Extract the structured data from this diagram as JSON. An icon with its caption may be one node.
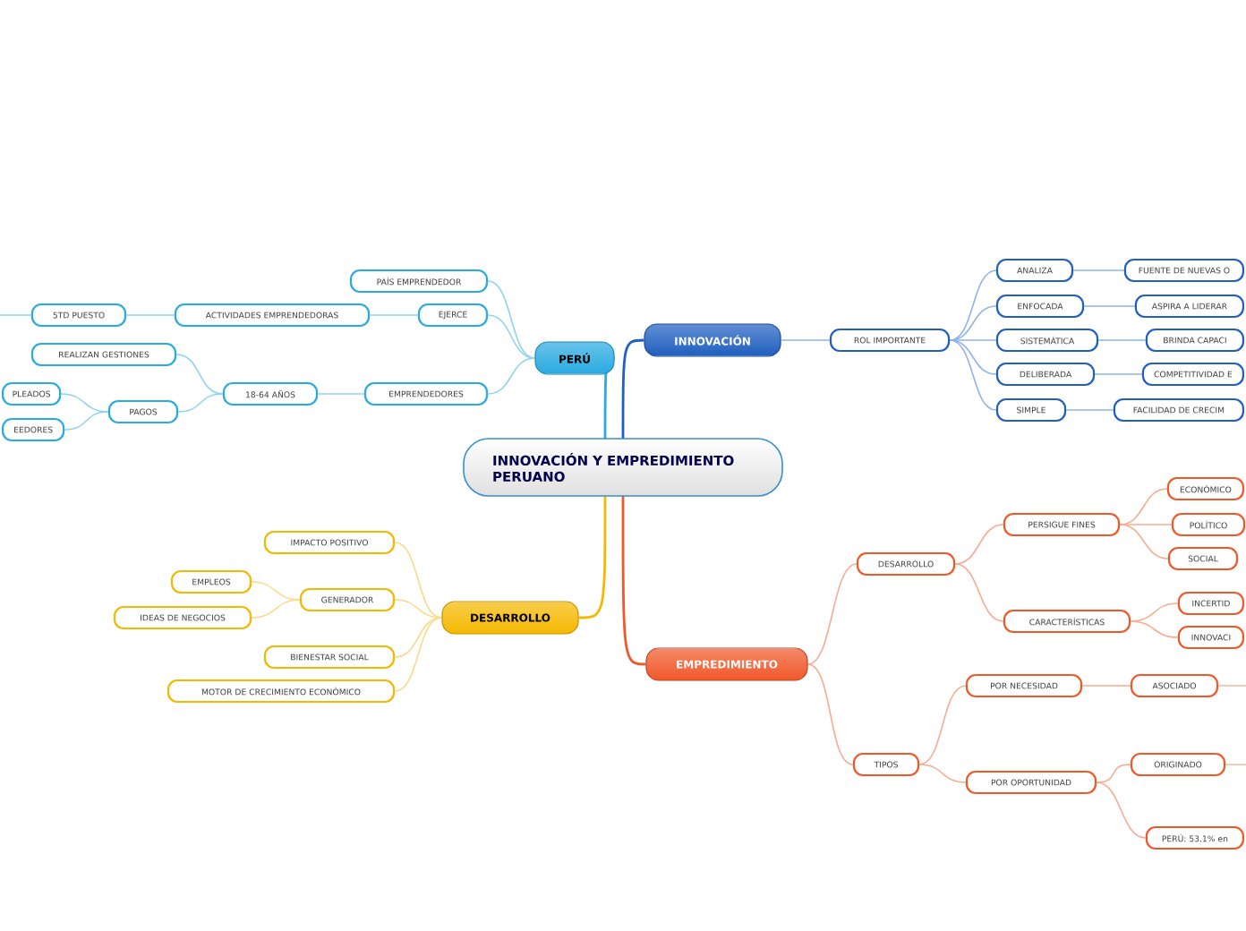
{
  "diagram": {
    "nodes": [
      {
        "text": [
          "INNOVACIÓN Y EMPREDIMIENTO PERUANO"
        ]
      },
      {
        "text": [
          "PERÚ"
        ]
      },
      {
        "text": [
          "PAÍS EMPRENDEDOR"
        ]
      },
      {
        "text": [
          "EJERCE"
        ]
      },
      {
        "text": [
          "ACTIVIDADES EMPRENDEDORAS"
        ]
      },
      {
        "text": [
          "5TD PUESTO"
        ]
      },
      {
        "text": [
          "EMPRENDEDORES"
        ]
      },
      {
        "text": [
          "18-64 AÑOS"
        ]
      },
      {
        "text": [
          "REALIZAN GESTIONES"
        ]
      },
      {
        "text": [
          "PAGOS"
        ]
      },
      {
        "text": [
          "PLEADOS"
        ]
      },
      {
        "text": [
          "EEDORES"
        ]
      },
      {
        "text": [
          "INNOVACIÓN"
        ]
      },
      {
        "text": [
          "ROL IMPORTANTE"
        ]
      },
      {
        "text": [
          "ANALIZA"
        ]
      },
      {
        "text": [
          "FUENTE DE NUEVAS O"
        ]
      },
      {
        "text": [
          "ENFOCADA"
        ]
      },
      {
        "text": [
          "ASPIRA A LIDERAR"
        ]
      },
      {
        "text": [
          "SISTEMÁTICA"
        ]
      },
      {
        "text": [
          "BRINDA CAPACI"
        ]
      },
      {
        "text": [
          "DELIBERADA"
        ]
      },
      {
        "text": [
          "COMPETITIVIDAD E"
        ]
      },
      {
        "text": [
          "SIMPLE"
        ]
      },
      {
        "text": [
          "FACILIDAD DE CRECIM"
        ]
      },
      {
        "text": [
          "DESARROLLO"
        ]
      },
      {
        "text": [
          "IMPACTO POSITIVO"
        ]
      },
      {
        "text": [
          "GENERADOR"
        ]
      },
      {
        "text": [
          "EMPLEOS"
        ]
      },
      {
        "text": [
          "IDEAS DE NEGOCIOS"
        ]
      },
      {
        "text": [
          "BIENESTAR SOCIAL"
        ]
      },
      {
        "text": [
          "MOTOR DE CRECIMIENTO ECONÓMICO"
        ]
      },
      {
        "text": [
          "EMPREDIMIENTO"
        ]
      },
      {
        "text": [
          "DESARROLLO"
        ]
      },
      {
        "text": [
          "PERSIGUE FINES"
        ]
      },
      {
        "text": [
          "ECONÓMICO"
        ]
      },
      {
        "text": [
          "POLÍTICO"
        ]
      },
      {
        "text": [
          "SOCIAL"
        ]
      },
      {
        "text": [
          "CARACTERÍSTICAS"
        ]
      },
      {
        "text": [
          "INCERTID"
        ]
      },
      {
        "text": [
          "INNOVACI"
        ]
      },
      {
        "text": [
          "TIPOS"
        ]
      },
      {
        "text": [
          "POR NECESIDAD"
        ]
      },
      {
        "text": [
          "ASOCIADO"
        ]
      },
      {
        "text": [
          "POR OPORTUNIDAD"
        ]
      },
      {
        "text": [
          "ORIGINADO"
        ]
      },
      {
        "text": [
          "PERÚ: 53.1% en"
        ]
      }
    ],
    "edges": [
      {
        "from": 0,
        "to": 1,
        "arrow": "none",
        "color": "#29aae1"
      },
      {
        "from": 0,
        "to": 12,
        "arrow": "none",
        "color": "#1f5fbf"
      },
      {
        "from": 0,
        "to": 24,
        "arrow": "none",
        "color": "#f5b800"
      },
      {
        "from": 0,
        "to": 31,
        "arrow": "none",
        "color": "#f0582a"
      },
      {
        "from": 1,
        "to": 2,
        "arrow": "none",
        "color": "#8fd3f2"
      },
      {
        "from": 1,
        "to": 3,
        "arrow": "none",
        "color": "#8fd3f2"
      },
      {
        "from": 3,
        "to": 4,
        "arrow": "none",
        "color": "#8fd3f2"
      },
      {
        "from": 4,
        "to": 5,
        "arrow": "none",
        "color": "#8fd3f2"
      },
      {
        "from": 5,
        "to": null,
        "arrow": "none",
        "color": "#8fd3f2"
      },
      {
        "from": 1,
        "to": 6,
        "arrow": "none",
        "color": "#8fd3f2"
      },
      {
        "from": 6,
        "to": 7,
        "arrow": "none",
        "color": "#8fd3f2"
      },
      {
        "from": 7,
        "to": 8,
        "arrow": "none",
        "color": "#8fd3f2"
      },
      {
        "from": 7,
        "to": 9,
        "arrow": "none",
        "color": "#8fd3f2"
      },
      {
        "from": 9,
        "to": 10,
        "arrow": "none",
        "color": "#8fd3f2"
      },
      {
        "from": 9,
        "to": 11,
        "arrow": "none",
        "color": "#8fd3f2"
      },
      {
        "from": 12,
        "to": 13,
        "arrow": "none",
        "color": "#8fb3ea"
      },
      {
        "from": 13,
        "to": 14,
        "arrow": "none",
        "color": "#8fb3ea"
      },
      {
        "from": 13,
        "to": 16,
        "arrow": "none",
        "color": "#8fb3ea"
      },
      {
        "from": 13,
        "to": 18,
        "arrow": "none",
        "color": "#8fb3ea"
      },
      {
        "from": 13,
        "to": 20,
        "arrow": "none",
        "color": "#8fb3ea"
      },
      {
        "from": 13,
        "to": 22,
        "arrow": "none",
        "color": "#8fb3ea"
      },
      {
        "from": 14,
        "to": 15,
        "arrow": "none",
        "color": "#8fb3ea"
      },
      {
        "from": 16,
        "to": 17,
        "arrow": "none",
        "color": "#8fb3ea"
      },
      {
        "from": 18,
        "to": 19,
        "arrow": "none",
        "color": "#8fb3ea"
      },
      {
        "from": 20,
        "to": 21,
        "arrow": "none",
        "color": "#8fb3ea"
      },
      {
        "from": 22,
        "to": 23,
        "arrow": "none",
        "color": "#8fb3ea"
      },
      {
        "from": 24,
        "to": 25,
        "arrow": "none",
        "color": "#fbd98a"
      },
      {
        "from": 24,
        "to": 26,
        "arrow": "none",
        "color": "#fbd98a"
      },
      {
        "from": 26,
        "to": 27,
        "arrow": "none",
        "color": "#fbd98a"
      },
      {
        "from": 26,
        "to": 28,
        "arrow": "none",
        "color": "#fbd98a"
      },
      {
        "from": 24,
        "to": 29,
        "arrow": "none",
        "color": "#fbd98a"
      },
      {
        "from": 24,
        "to": 30,
        "arrow": "none",
        "color": "#fbd98a"
      },
      {
        "from": 31,
        "to": 32,
        "arrow": "none",
        "color": "#f7ab90"
      },
      {
        "from": 31,
        "to": 40,
        "arrow": "none",
        "color": "#f7ab90"
      },
      {
        "from": 32,
        "to": 33,
        "arrow": "none",
        "color": "#f7ab90"
      },
      {
        "from": 32,
        "to": 37,
        "arrow": "none",
        "color": "#f7ab90"
      },
      {
        "from": 33,
        "to": 34,
        "arrow": "none",
        "color": "#f7ab90"
      },
      {
        "from": 33,
        "to": 35,
        "arrow": "none",
        "color": "#f7ab90"
      },
      {
        "from": 33,
        "to": 36,
        "arrow": "none",
        "color": "#f7ab90"
      },
      {
        "from": 37,
        "to": 38,
        "arrow": "none",
        "color": "#f7ab90"
      },
      {
        "from": 37,
        "to": 39,
        "arrow": "none",
        "color": "#f7ab90"
      },
      {
        "from": 40,
        "to": 41,
        "arrow": "none",
        "color": "#f7ab90"
      },
      {
        "from": 40,
        "to": 43,
        "arrow": "none",
        "color": "#f7ab90"
      },
      {
        "from": 41,
        "to": 42,
        "arrow": "none",
        "color": "#f7ab90"
      },
      {
        "from": 42,
        "to": null,
        "arrow": "none",
        "color": "#f7ab90"
      },
      {
        "from": 43,
        "to": 44,
        "arrow": "none",
        "color": "#f7ab90"
      },
      {
        "from": 44,
        "to": null,
        "arrow": "none",
        "color": "#f7ab90"
      },
      {
        "from": 43,
        "to": 45,
        "arrow": "none",
        "color": "#f7ab90"
      }
    ]
  }
}
